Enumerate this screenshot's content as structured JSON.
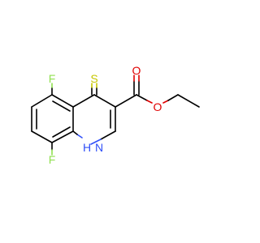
{
  "molecule": {
    "atoms": {
      "F5": {
        "label": "F",
        "color": "#90e050"
      },
      "F8": {
        "label": "F",
        "color": "#90e050"
      },
      "S": {
        "label": "S",
        "color": "#c6c600"
      },
      "O1": {
        "label": "O",
        "color": "#e00000"
      },
      "O2": {
        "label": "O",
        "color": "#e00000"
      },
      "NH": {
        "label": "H",
        "color": "#3050f8"
      },
      "N": {
        "label": "N",
        "color": "#3050f8"
      }
    }
  }
}
